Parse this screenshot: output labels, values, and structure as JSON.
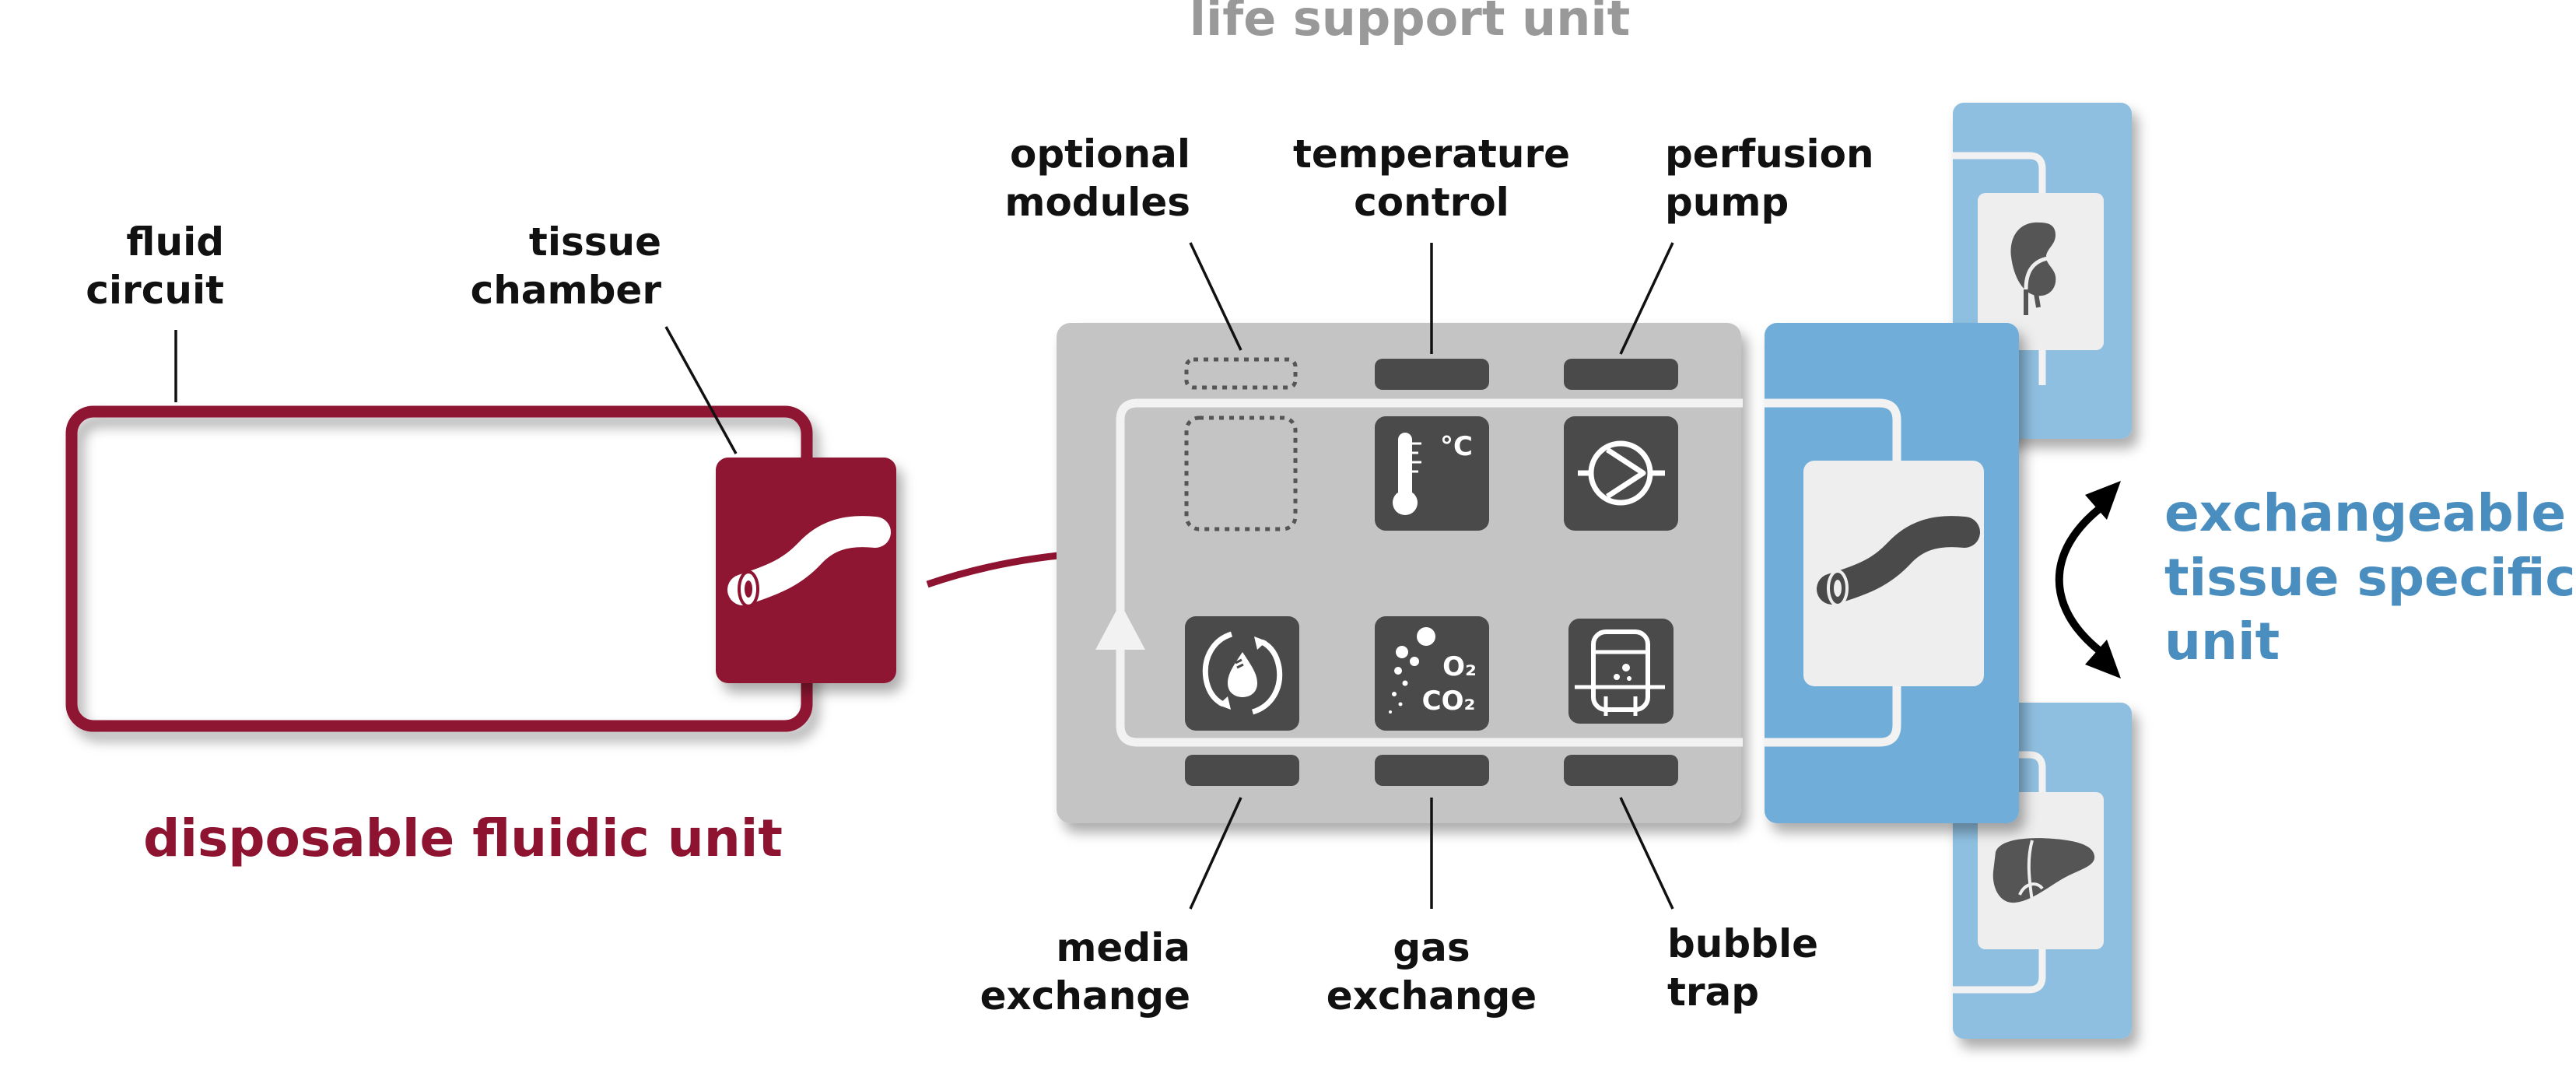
{
  "titles": {
    "life_support_unit": "life support unit",
    "disposable_fluidic_unit": "disposable fluidic unit",
    "exchangeable_unit": [
      "exchangeable",
      "tissue specific",
      "unit"
    ]
  },
  "labels": {
    "fluid_circuit": [
      "fluid",
      "circuit"
    ],
    "tissue_chamber": [
      "tissue",
      "chamber"
    ],
    "optional_modules": [
      "optional",
      "modules"
    ],
    "temperature_control": [
      "temperature",
      "control"
    ],
    "perfusion_pump": [
      "perfusion",
      "pump"
    ],
    "media_exchange": [
      "media",
      "exchange"
    ],
    "gas_exchange": [
      "gas",
      "exchange"
    ],
    "bubble_trap": [
      "bubble",
      "trap"
    ]
  },
  "icon_text": {
    "celsius": "°C",
    "oxygen": "O₂",
    "carbon_dioxide": "CO₂"
  },
  "colors": {
    "fluidic_red": "#8e1330",
    "life_support_gray": "#c4c4c4",
    "module_dark": "#4a4a4a",
    "tissue_blue": "#70add8",
    "tissue_blue_light": "#8fbfe0",
    "title_gray": "#999999",
    "title_blue": "#4a8ec0"
  },
  "icons": [
    "vessel-icon",
    "thermometer-icon",
    "pump-icon",
    "media-exchange-icon",
    "gas-bubbles-icon",
    "bubble-trap-icon",
    "kidney-icon",
    "liver-icon",
    "flow-arrow-icon"
  ]
}
